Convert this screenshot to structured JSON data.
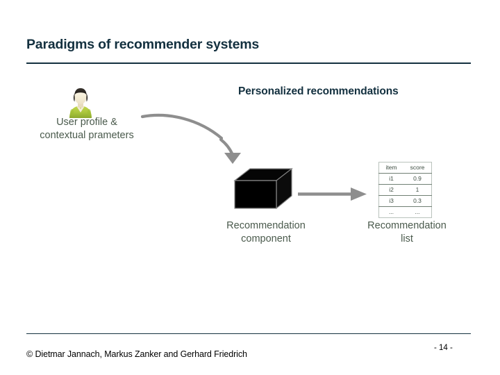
{
  "slide": {
    "title": "Paradigms of recommender systems",
    "page_number": "- 14 -",
    "copyright": "© Dietmar Jannach, Markus Zanker and Gerhard Friedrich",
    "colors": {
      "title": "#13303f",
      "rule": "#13303f",
      "caption": "#4a5a4c",
      "arrow": "#8e8e8e",
      "box": "#000000",
      "avatar_shirt": "#a5c03a",
      "avatar_hair": "#221f1c",
      "avatar_face": "#f3ecd8",
      "background": "#ffffff"
    }
  },
  "diagram": {
    "headline": "Personalized recommendations",
    "user_icon_name": "user-avatar-icon",
    "user_caption": "User profile &\ncontextual prameters",
    "component_caption": "Recommendation\ncomponent",
    "list_caption": "Recommendation\nlist",
    "arrow_input_name": "curved-arrow-user-to-component",
    "arrow_output_name": "straight-arrow-component-to-list",
    "component_shape_name": "recommendation-component-box",
    "table": {
      "headers": [
        "item",
        "score"
      ],
      "rows": [
        [
          "i1",
          "0.9"
        ],
        [
          "i2",
          "1"
        ],
        [
          "i3",
          "0.3"
        ],
        [
          "...",
          "..."
        ]
      ]
    }
  }
}
